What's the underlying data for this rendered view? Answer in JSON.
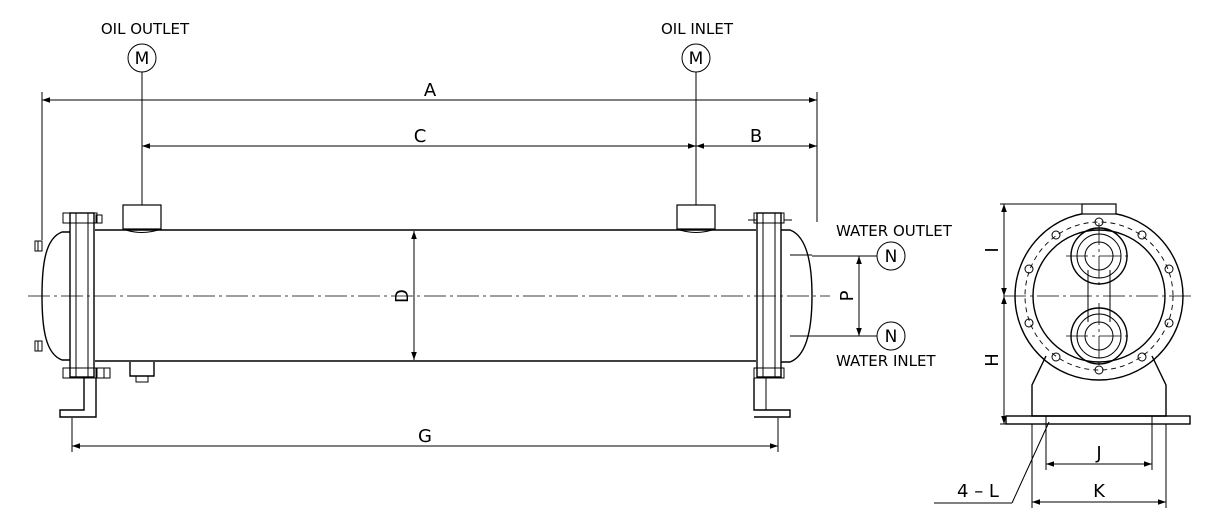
{
  "labels": {
    "oil_outlet": "OIL OUTLET",
    "oil_inlet": "OIL INLET",
    "water_outlet": "WATER OUTLET",
    "water_inlet": "WATER INLET",
    "port_m": "M",
    "port_n": "N"
  },
  "dimensions": {
    "a": "A",
    "b": "B",
    "c": "C",
    "d": "D",
    "g": "G",
    "p": "P",
    "i": "I",
    "h": "H",
    "j": "J",
    "k": "K",
    "l": "4 – L"
  }
}
